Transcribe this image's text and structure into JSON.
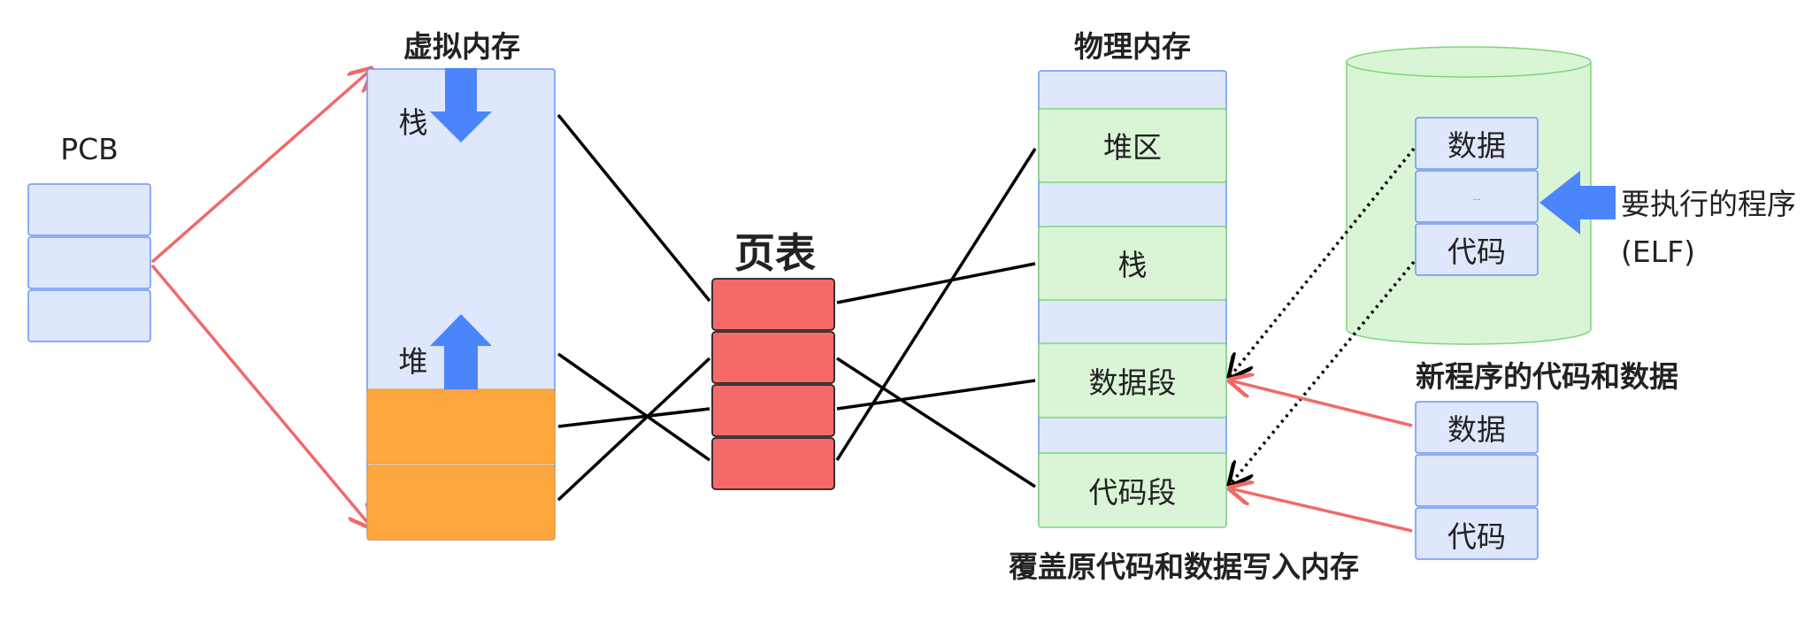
{
  "colors": {
    "blue_fill": "#dee7fb",
    "blue_stroke": "#6a95f4",
    "green_fill": "#d9f5d6",
    "green_stroke": "#7ed67a",
    "orange": "#fea73f",
    "red_fill": "#f56a68",
    "red_arrow": "#f06a68",
    "blue_arrow": "#4b85fb",
    "line": "#000000"
  },
  "pcb": {
    "label": "PCB"
  },
  "virtual_memory": {
    "title": "虚拟内存",
    "stack_label": "栈",
    "heap_label": "堆"
  },
  "page_table": {
    "title": "页表"
  },
  "physical_memory": {
    "title": "物理内存",
    "segments": {
      "heap": "堆区",
      "stack": "栈",
      "data": "数据段",
      "code": "代码段"
    },
    "caption": "覆盖原代码和数据写入内存"
  },
  "disk": {
    "data": "数据",
    "ellipsis": "...",
    "code": "代码"
  },
  "program_note": {
    "line1": "要执行的程序",
    "line2": "(ELF)"
  },
  "new_program": {
    "title": "新程序的代码和数据",
    "data": "数据",
    "code": "代码"
  }
}
